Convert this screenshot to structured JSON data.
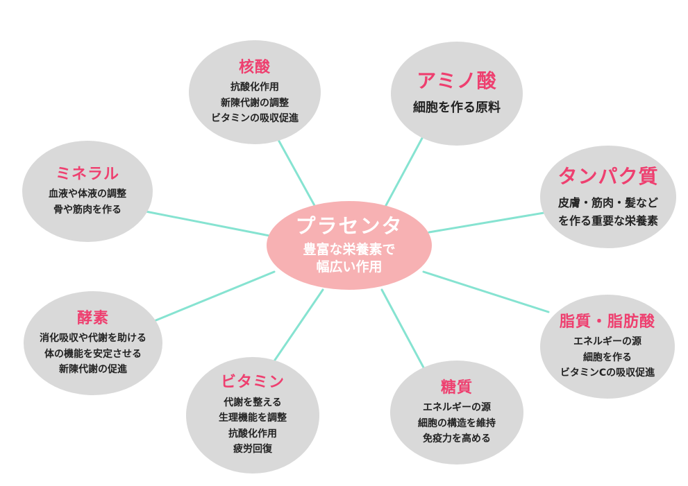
{
  "center": {
    "title": "プラセンタ",
    "lines": [
      "豊富な栄養素で",
      "幅広い作用"
    ]
  },
  "nodes": [
    {
      "id": "kakusan",
      "title": "核酸",
      "lines": [
        "抗酸化作用",
        "新陳代謝の調整",
        "ビタミンの吸収促進"
      ]
    },
    {
      "id": "amino",
      "title": "アミノ酸",
      "lines": [
        "細胞を作る原料"
      ]
    },
    {
      "id": "mineral",
      "title": "ミネラル",
      "lines": [
        "血液や体液の調整",
        "骨や筋肉を作る"
      ]
    },
    {
      "id": "protein",
      "title": "タンパク質",
      "lines": [
        "皮膚・筋肉・髪など",
        "を作る重要な栄養素"
      ]
    },
    {
      "id": "enzyme",
      "title": "酵素",
      "lines": [
        "消化吸収や代謝を助ける",
        "体の機能を安定させる",
        "新陳代謝の促進"
      ]
    },
    {
      "id": "lipid",
      "title": "脂質・脂肪酸",
      "lines": [
        "エネルギーの源",
        "細胞を作る",
        "ビタミンCの吸収促進"
      ]
    },
    {
      "id": "vitamin",
      "title": "ビタミン",
      "lines": [
        "代謝を整える",
        "生理機能を調整",
        "抗酸化作用",
        "疲労回復"
      ]
    },
    {
      "id": "sugar",
      "title": "糖質",
      "lines": [
        "エネルギーの源",
        "細胞の構造を維持",
        "免疫力を高める"
      ]
    }
  ],
  "colors": {
    "node_fill": "#d9d9d9",
    "center_fill": "#f7b1b3",
    "title_color": "#ee3f6f",
    "connector": "#86e3d1"
  }
}
